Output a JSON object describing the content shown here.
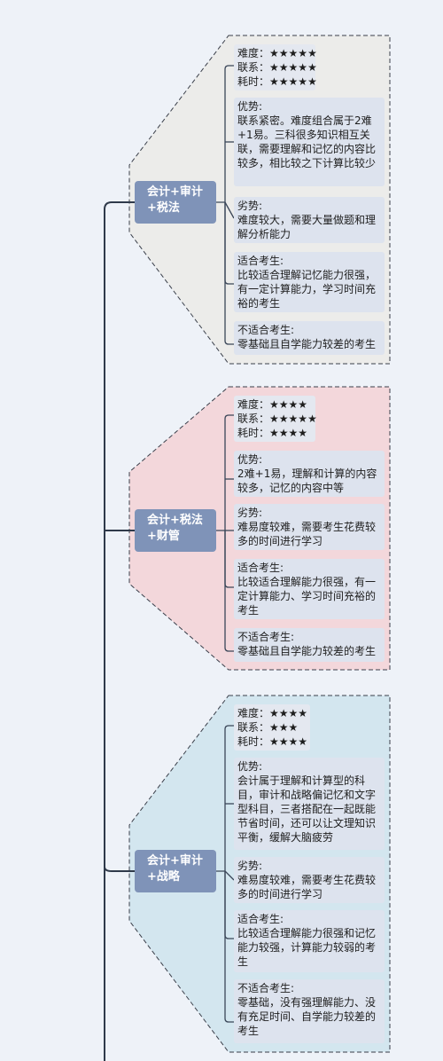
{
  "groups": [
    {
      "topic": "会计+审计\n+税法",
      "ratings": [
        {
          "label": "难度",
          "stars": "★★★★★"
        },
        {
          "label": "联系",
          "stars": "★★★★★"
        },
        {
          "label": "耗时",
          "stars": "★★★★★"
        }
      ],
      "advantage_head": "优势:",
      "advantage": "联系紧密。难度组合属于2难+1易。三科很多知识相互关联，需要理解和记忆的内容比较多，相比较之下计算比较少",
      "disadvantage_head": "劣势:",
      "disadvantage": "难度较大，需要大量做题和理解分析能力",
      "suitable_head": "适合考生:",
      "suitable": "比较适合理解记忆能力很强，有一定计算能力，学习时间充裕的考生",
      "unsuitable_head": "不适合考生:",
      "unsuitable": "零基础且自学能力较差的考生",
      "fill": "#ececea"
    },
    {
      "topic": "会计+税法\n+财管",
      "ratings": [
        {
          "label": "难度",
          "stars": "★★★★"
        },
        {
          "label": "联系",
          "stars": "★★★★★"
        },
        {
          "label": "耗时",
          "stars": "★★★★"
        }
      ],
      "advantage_head": "优势:",
      "advantage": "2难+1易，理解和计算的内容较多，记忆的内容中等",
      "disadvantage_head": "劣势:",
      "disadvantage": "难易度较难，需要考生花费较多的时间进行学习",
      "suitable_head": "适合考生:",
      "suitable": "比较适合理解能力很强，有一定计算能力、学习时间充裕的考生",
      "unsuitable_head": "不适合考生:",
      "unsuitable": "零基础且自学能力较差的考生",
      "fill": "#f3d7db"
    },
    {
      "topic": "会计+审计\n+战略",
      "ratings": [
        {
          "label": "难度",
          "stars": "★★★★"
        },
        {
          "label": "联系",
          "stars": "★★★"
        },
        {
          "label": "耗时",
          "stars": "★★★★"
        }
      ],
      "advantage_head": "优势:",
      "advantage": "会计属于理解和计算型的科目，审计和战略偏记忆和文字型科目，三者搭配在一起既能节省时间，还可以让文理知识平衡，缓解大脑疲劳",
      "disadvantage_head": "劣势:",
      "disadvantage": "难易度较难，需要考生花费较多的时间进行学习",
      "suitable_head": "适合考生:",
      "suitable": "比较适合理解能力很强和记忆能力较强，计算能力较弱的考生",
      "unsuitable_head": "不适合考生:",
      "unsuitable": "零基础，没有强理解能力、没有充足时间、自学能力较差的考生",
      "fill": "#d3e6ef"
    }
  ]
}
